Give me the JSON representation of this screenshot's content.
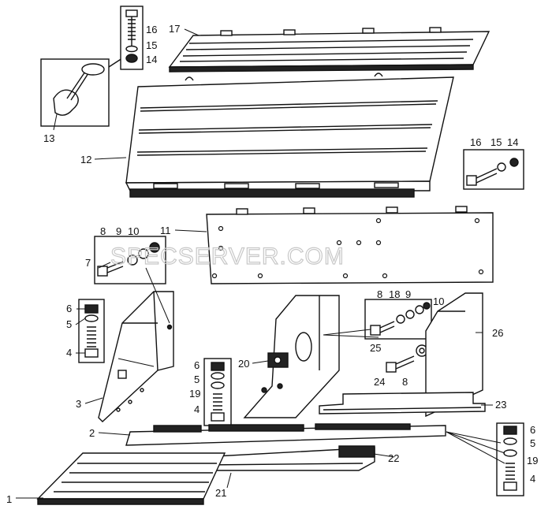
{
  "watermark": "SPECSERVER.COM",
  "labels": {
    "l1": "1",
    "l2": "2",
    "l3": "3",
    "l4a": "4",
    "l4b": "4",
    "l4c": "4",
    "l5a": "5",
    "l5b": "5",
    "l5c": "5",
    "l6a": "6",
    "l6b": "6",
    "l6c": "6",
    "l7": "7",
    "l8a": "8",
    "l8b": "8",
    "l8c": "8",
    "l9a": "9",
    "l9b": "9",
    "l10a": "10",
    "l10b": "10",
    "l11": "11",
    "l12": "12",
    "l13": "13",
    "l14a": "14",
    "l14b": "14",
    "l15a": "15",
    "l15b": "15",
    "l16a": "16",
    "l16b": "16",
    "l17": "17",
    "l18": "18",
    "l19a": "19",
    "l19b": "19",
    "l20": "20",
    "l21": "21",
    "l22": "22",
    "l23": "23",
    "l24": "24",
    "l25": "25",
    "l26": "26"
  }
}
